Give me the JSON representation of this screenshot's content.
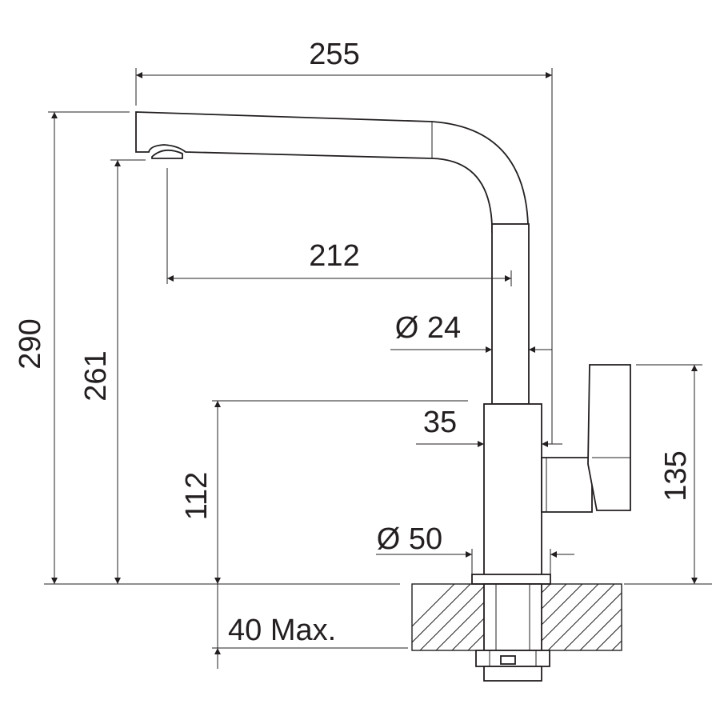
{
  "dimensions": {
    "overall_width": "255",
    "overall_height": "290",
    "outlet_height": "261",
    "spout_reach": "212",
    "spout_diameter": "Ø 24",
    "body_width": "35",
    "base_diameter": "Ø 50",
    "handle_height": "135",
    "body_height": "112",
    "deck_thickness": "40 Max."
  }
}
